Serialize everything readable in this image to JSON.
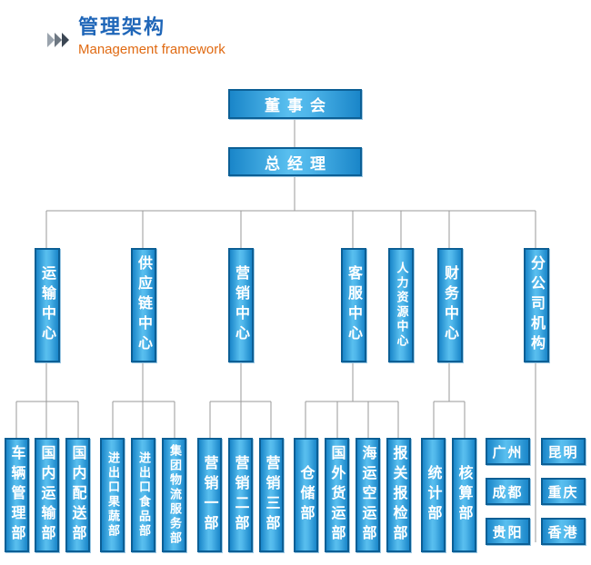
{
  "header": {
    "title": "管理架构",
    "subtitle": "Management framework"
  },
  "top": {
    "board": "董事会",
    "gm": "总经理"
  },
  "centers": [
    {
      "label": "运输中心"
    },
    {
      "label": "供应链中心"
    },
    {
      "label": "营销中心"
    },
    {
      "label": "客服中心"
    },
    {
      "label": "人力资源中心"
    },
    {
      "label": "财务中心"
    },
    {
      "label": "分公司机构"
    }
  ],
  "departments": [
    {
      "label": "车辆管理部"
    },
    {
      "label": "国内运输部"
    },
    {
      "label": "国内配送部"
    },
    {
      "label": "进出口果蔬部"
    },
    {
      "label": "进出口食品部"
    },
    {
      "label": "集团物流服务部"
    },
    {
      "label": "营销一部"
    },
    {
      "label": "营销二部"
    },
    {
      "label": "营销三部"
    },
    {
      "label": "仓储部"
    },
    {
      "label": "国外货运部"
    },
    {
      "label": "海运空运部"
    },
    {
      "label": "报关报检部"
    },
    {
      "label": "统计部"
    },
    {
      "label": "核算部"
    }
  ],
  "branches": [
    {
      "label": "广州"
    },
    {
      "label": "昆明"
    },
    {
      "label": "成都"
    },
    {
      "label": "重庆"
    },
    {
      "label": "贵阳"
    },
    {
      "label": "香港"
    }
  ],
  "colors": {
    "accent_blue": "#1f66b8",
    "subtitle_orange": "#e06a12",
    "box_border": "#0c5f95",
    "line": "#9a9a9a"
  }
}
